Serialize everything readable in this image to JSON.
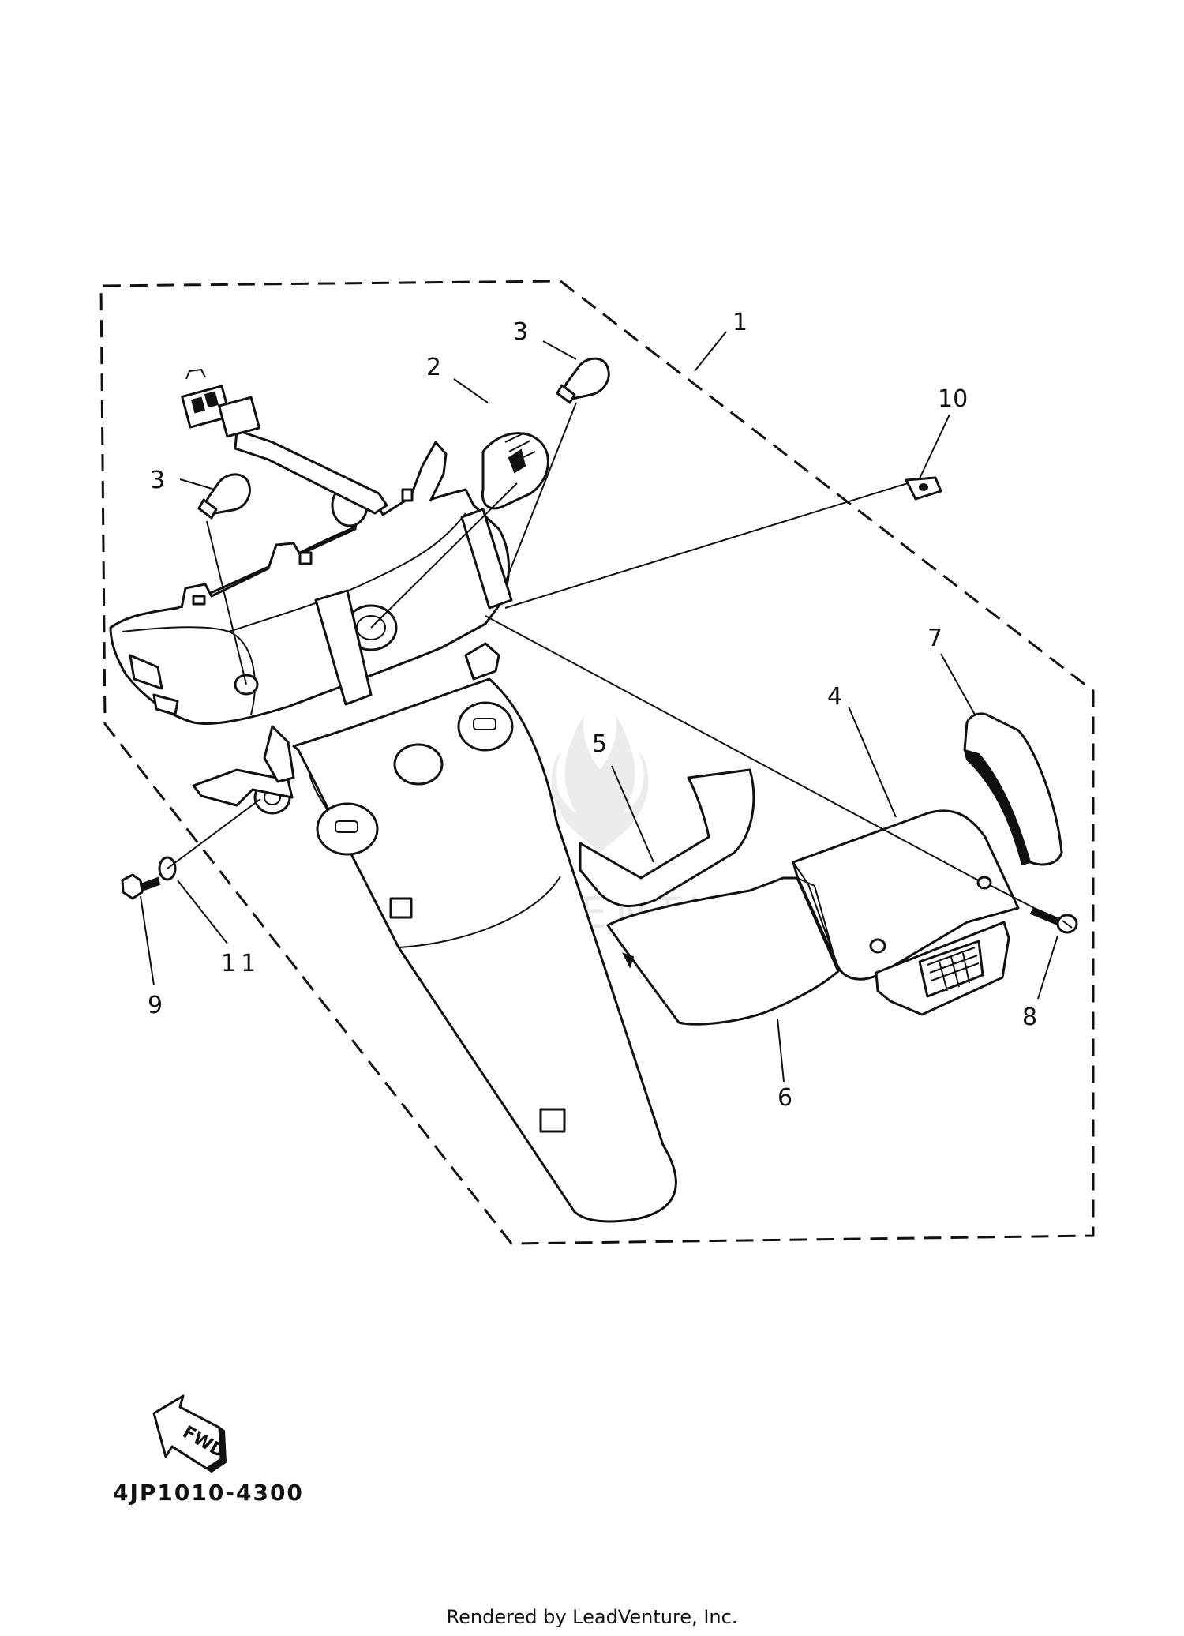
{
  "callouts": {
    "c1": "1",
    "c2": "2",
    "c3a": "3",
    "c3b": "3",
    "c4": "4",
    "c5": "5",
    "c6": "6",
    "c7": "7",
    "c8": "8",
    "c9": "9",
    "c10": "10",
    "c11": "11"
  },
  "fwd_label": "FWD",
  "part_code": "4JP1010-4300",
  "watermark": "LEADVENTURE",
  "footer": "Rendered by LeadVenture, Inc.",
  "colors": {
    "line": "#111111",
    "background": "#ffffff",
    "watermark": "#e7e7e7"
  }
}
